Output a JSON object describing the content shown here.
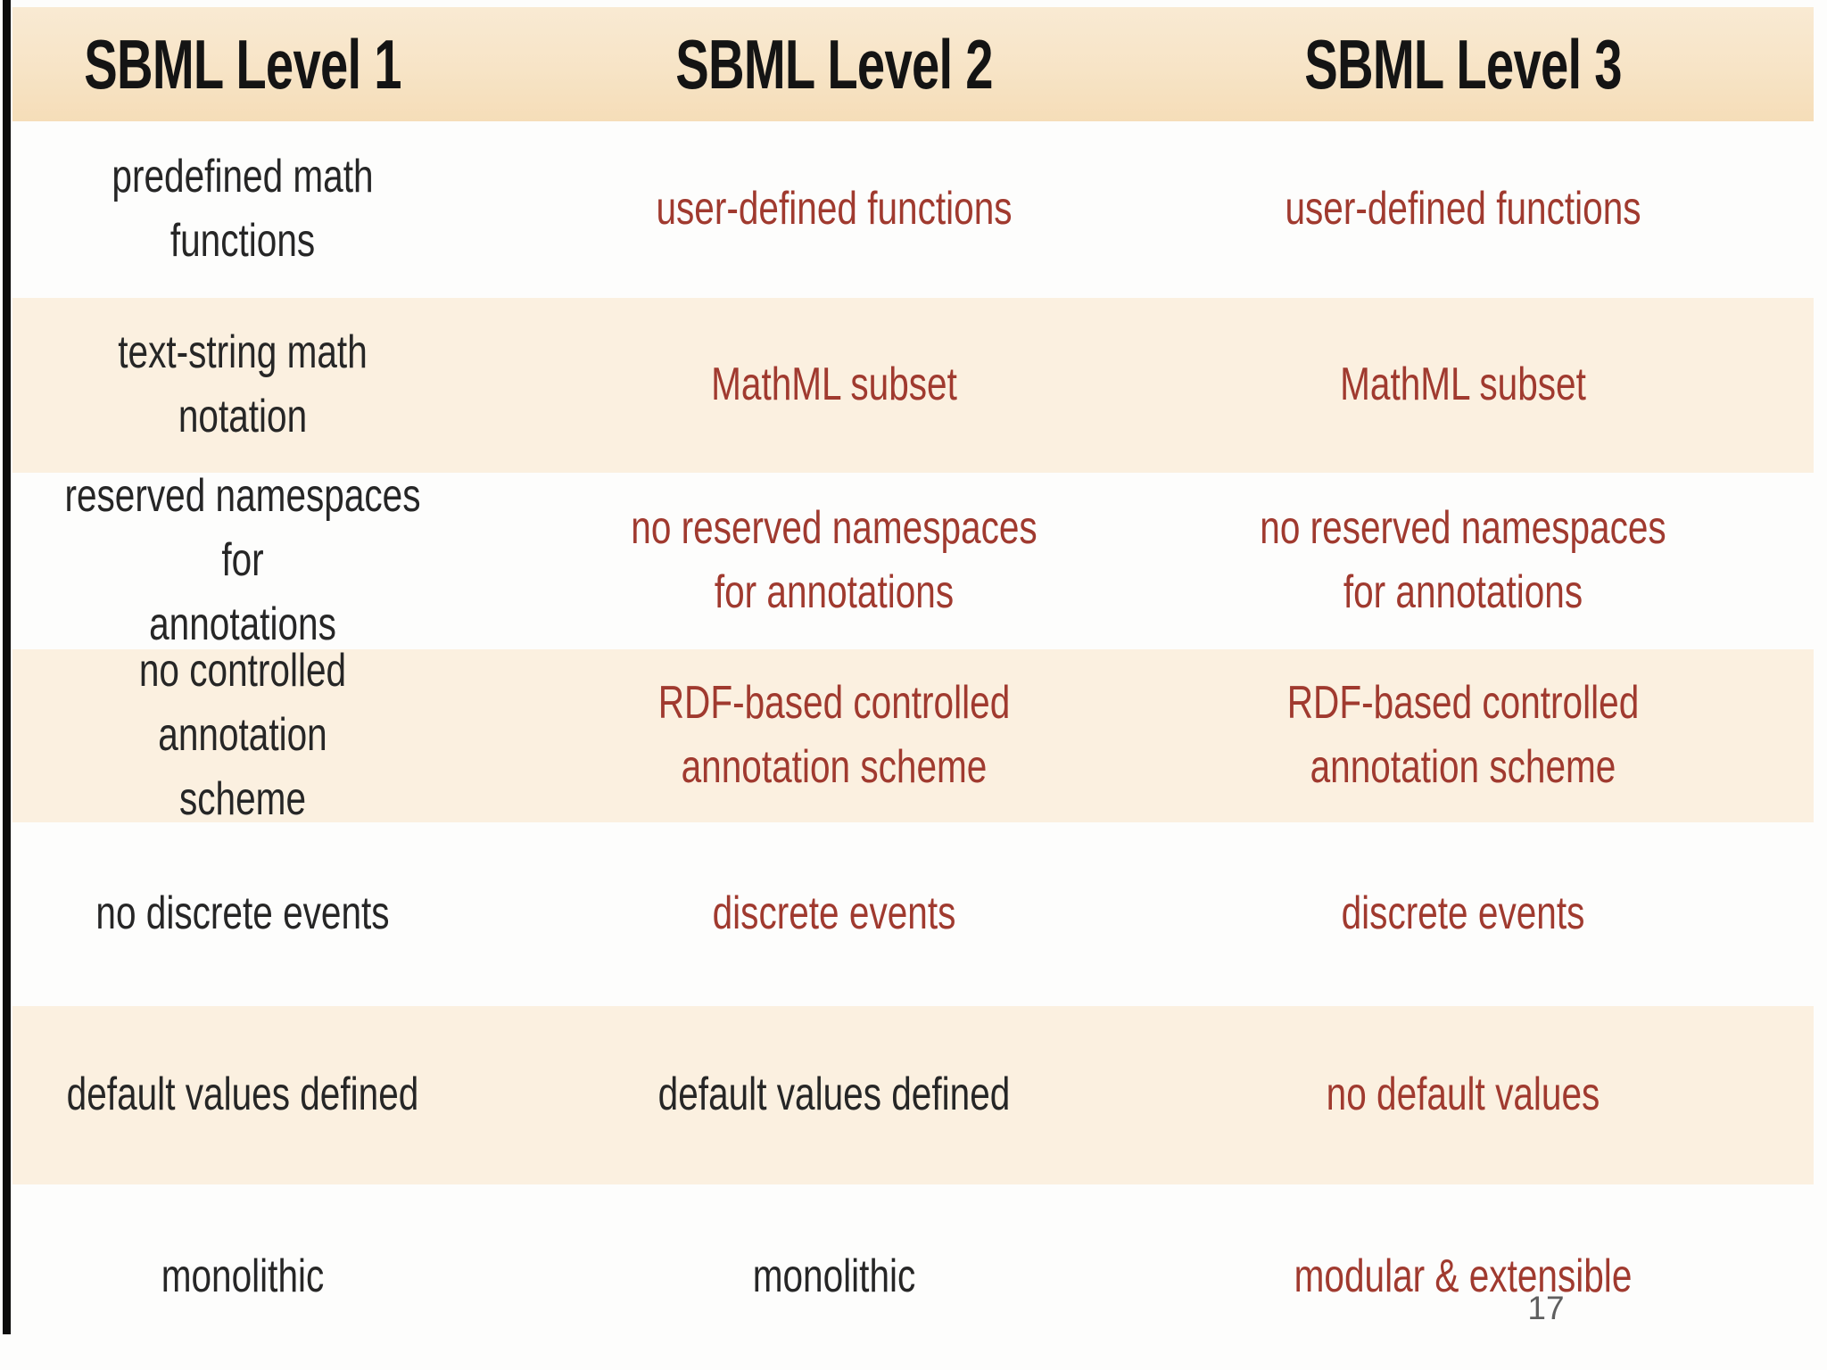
{
  "table": {
    "headers": [
      {
        "label": "SBML Level 1"
      },
      {
        "label": "SBML Level 2"
      },
      {
        "label": "SBML Level 3"
      }
    ],
    "rows": [
      {
        "cells": [
          {
            "text": "predefined math functions",
            "tone": "ink"
          },
          {
            "text": "user-defined functions",
            "tone": "red"
          },
          {
            "text": "user-defined functions",
            "tone": "red"
          }
        ]
      },
      {
        "cells": [
          {
            "text": "text-string math notation",
            "tone": "ink"
          },
          {
            "text": "MathML subset",
            "tone": "red"
          },
          {
            "text": "MathML subset",
            "tone": "red"
          }
        ]
      },
      {
        "cells": [
          {
            "text": "reserved namespaces for\nannotations",
            "tone": "ink"
          },
          {
            "text": "no reserved namespaces\nfor annotations",
            "tone": "red"
          },
          {
            "text": "no reserved namespaces\nfor annotations",
            "tone": "red"
          }
        ]
      },
      {
        "cells": [
          {
            "text": "no controlled annotation\nscheme",
            "tone": "ink"
          },
          {
            "text": "RDF-based controlled\nannotation scheme",
            "tone": "red"
          },
          {
            "text": "RDF-based controlled\nannotation scheme",
            "tone": "red"
          }
        ]
      },
      {
        "cells": [
          {
            "text": "no discrete events",
            "tone": "ink"
          },
          {
            "text": "discrete events",
            "tone": "red"
          },
          {
            "text": "discrete events",
            "tone": "red"
          }
        ]
      },
      {
        "cells": [
          {
            "text": "default values defined",
            "tone": "ink"
          },
          {
            "text": "default values defined",
            "tone": "ink"
          },
          {
            "text": "no default values",
            "tone": "red"
          }
        ]
      },
      {
        "cells": [
          {
            "text": "monolithic",
            "tone": "ink"
          },
          {
            "text": "monolithic",
            "tone": "ink"
          },
          {
            "text": "modular & extensible",
            "tone": "red"
          }
        ]
      }
    ]
  },
  "page": {
    "number": "17"
  },
  "colors": {
    "header_band_bg": "#f7e4c6",
    "row_band_bg": "#fbf0e0",
    "highlight_text": "#a03a2f",
    "body_text": "#262626",
    "header_text": "#141414",
    "left_bar": "#0d0d0d",
    "page_number_text": "#5f5f5f"
  }
}
